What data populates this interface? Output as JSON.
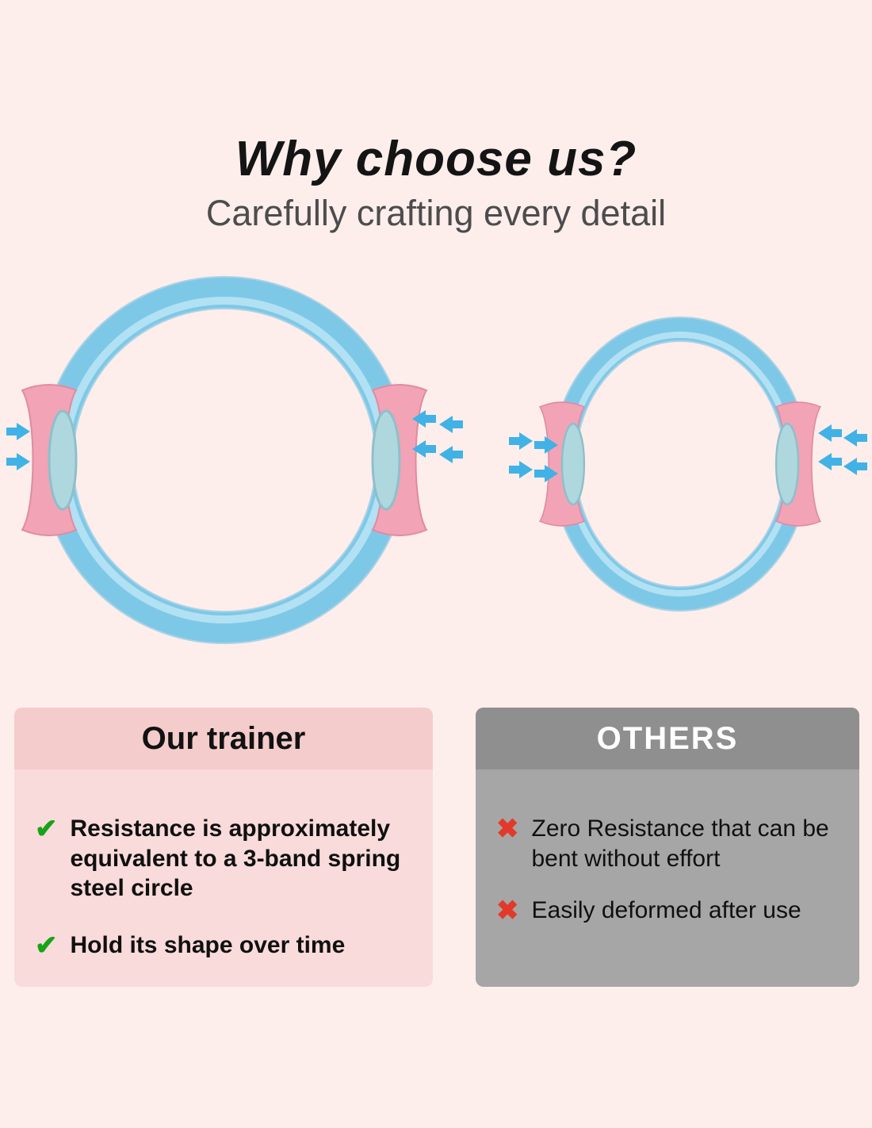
{
  "header": {
    "title": "Why choose us?",
    "subtitle": "Carefully crafting every detail"
  },
  "illustration": {
    "left_ring": "our-pilates-ring-holds-round-shape",
    "right_ring": "others-pilates-ring-deformed-oval",
    "arrows_meaning": "compression-force-inward",
    "colors": {
      "background_pink": "#fdeeec",
      "ring_blue": "#7ec8e7",
      "ring_highlight": "#b7e3f4",
      "handle_pink": "#f2a3b6",
      "pad_teal": "#aed8de",
      "arrow_blue": "#41b2e5"
    }
  },
  "comparison": {
    "ours": {
      "header_label": "Our trainer",
      "check_icon": "✔",
      "items": [
        "Resistance is approximately equivalent to a 3-band spring steel circle",
        "Hold its shape over time"
      ]
    },
    "others": {
      "header_label": "OTHERS",
      "cross_icon": "✖",
      "items": [
        "Zero Resistance that can be bent without effort",
        "Easily deformed after use"
      ]
    }
  }
}
